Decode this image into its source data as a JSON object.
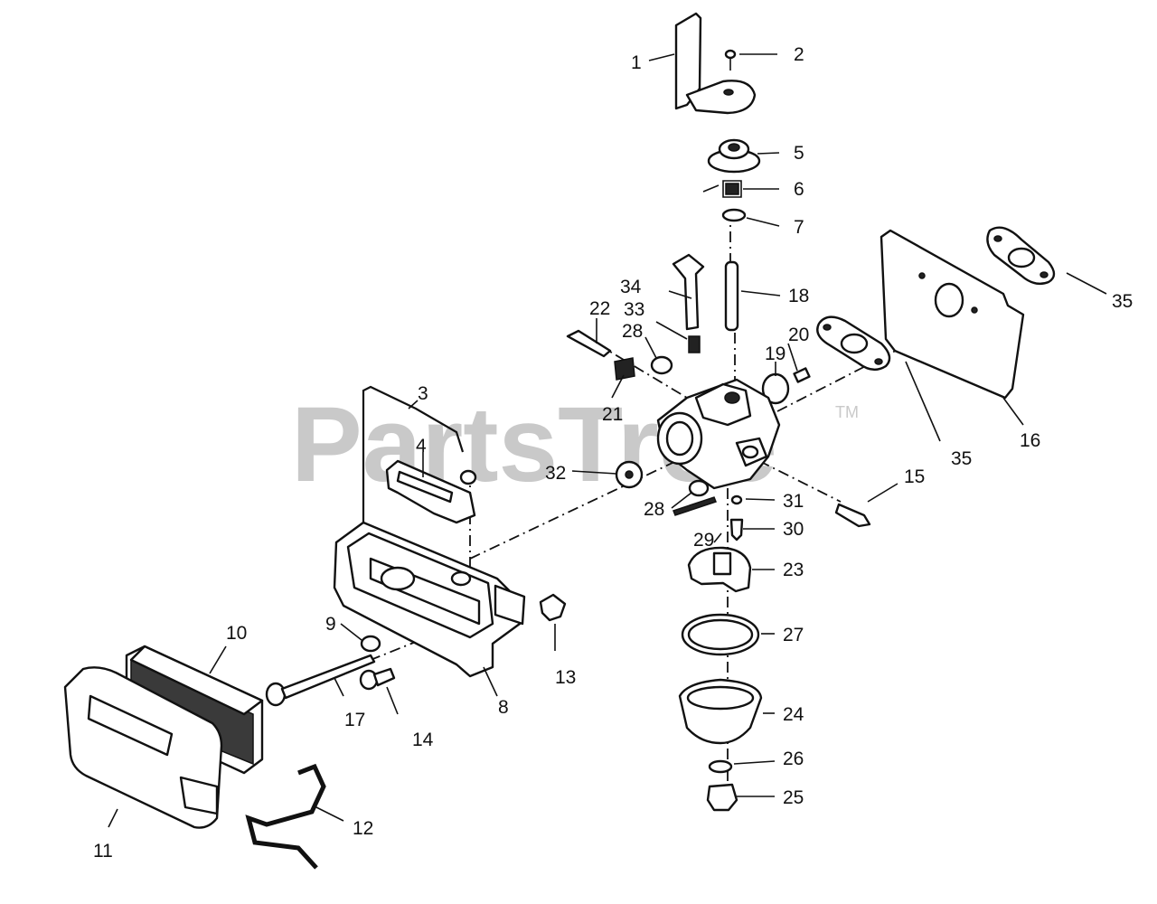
{
  "watermark": {
    "text": "PartsTree",
    "trademark": "TM"
  },
  "callouts": [
    "1",
    "2",
    "5",
    "6",
    "7",
    "35",
    "34",
    "18",
    "33",
    "22",
    "28",
    "20",
    "19",
    "21",
    "3",
    "4",
    "35",
    "16",
    "32",
    "15",
    "31",
    "28",
    "30",
    "29",
    "23",
    "10",
    "9",
    "27",
    "24",
    "13",
    "8",
    "17",
    "14",
    "26",
    "25",
    "11",
    "12"
  ]
}
